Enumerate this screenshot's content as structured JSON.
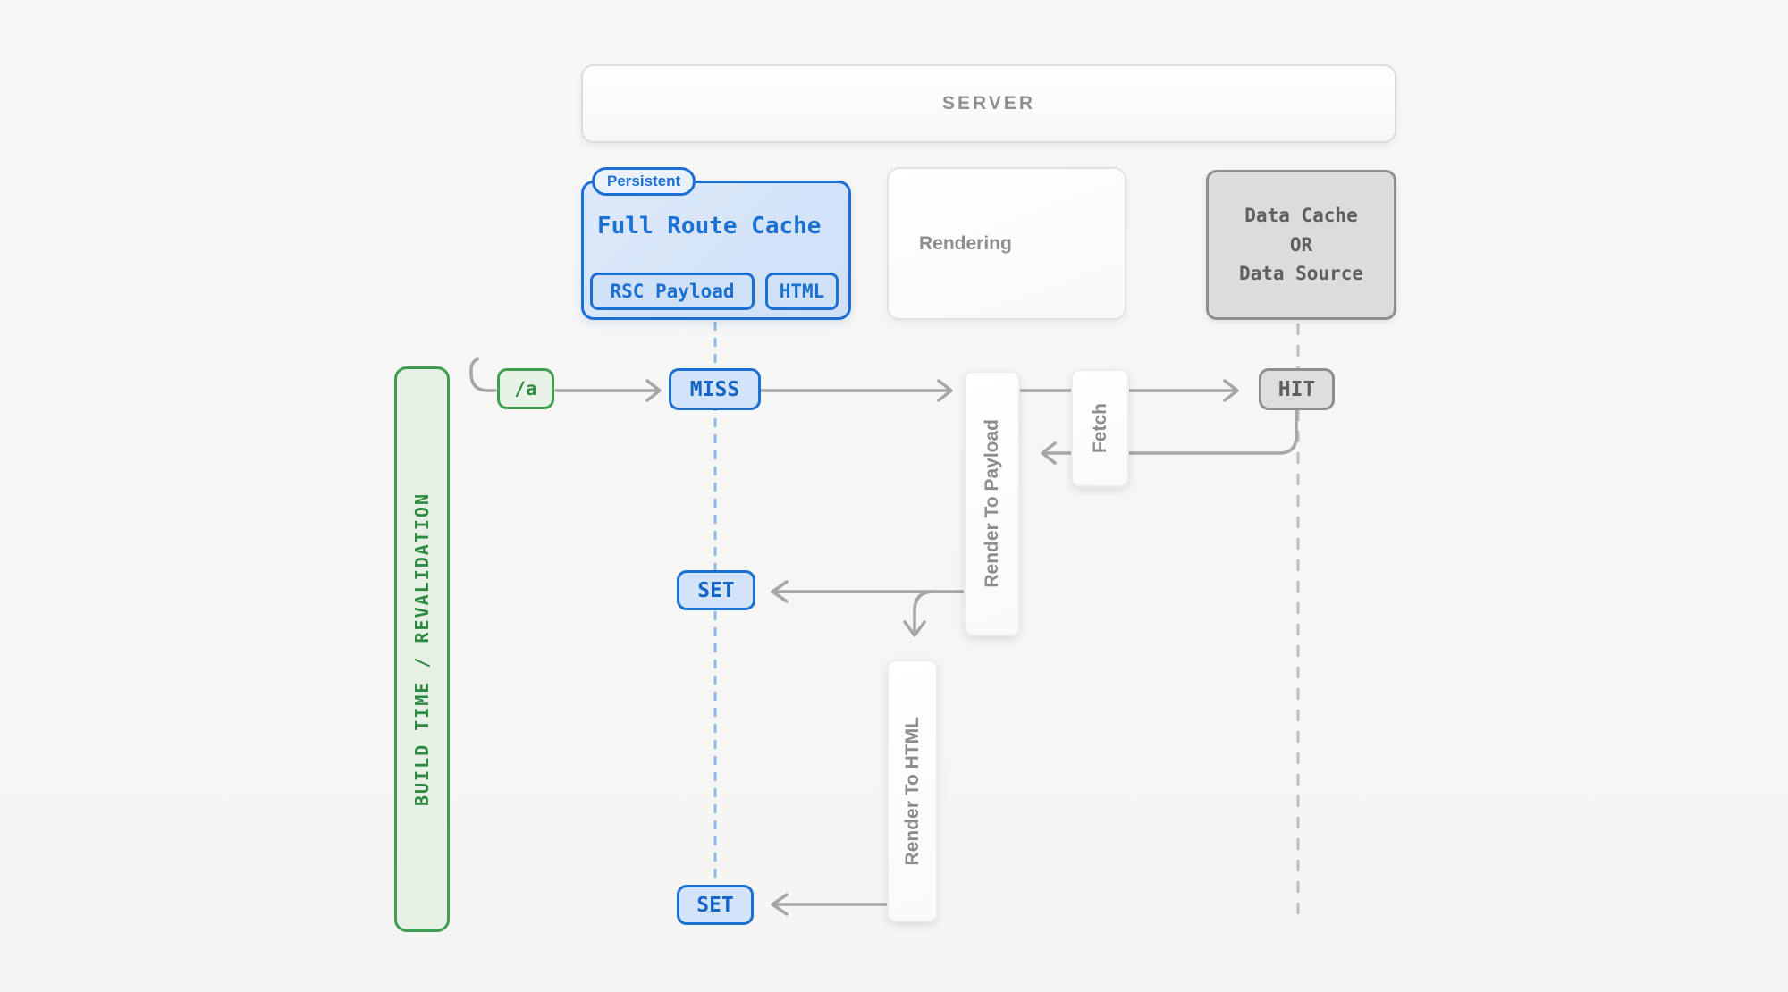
{
  "diagram": {
    "server": {
      "label": "SERVER"
    },
    "full_route_cache": {
      "badge": "Persistent",
      "title": "Full Route Cache",
      "chips": [
        "RSC Payload",
        "HTML"
      ]
    },
    "rendering": {
      "label": "Rendering"
    },
    "data_cache": {
      "lines": [
        "Data Cache",
        "OR",
        "Data Source"
      ]
    },
    "build_time": {
      "label": "BUILD TIME / REVALIDATION"
    },
    "nodes": {
      "route": "/a",
      "miss": "MISS",
      "hit": "HIT",
      "set_payload": "SET",
      "set_html": "SET",
      "fetch": "Fetch",
      "render_to_payload": "Render To Payload",
      "render_to_html": "Render To HTML"
    },
    "colors": {
      "accent_blue": "#1c70d3",
      "accent_green": "#3f9e50",
      "gray_border": "#8e8e8c",
      "arrow_gray": "#a6a6a4",
      "blue_dash": "#8abaec",
      "gray_dash": "#bcbcba",
      "background": "#f6f6f5"
    }
  }
}
